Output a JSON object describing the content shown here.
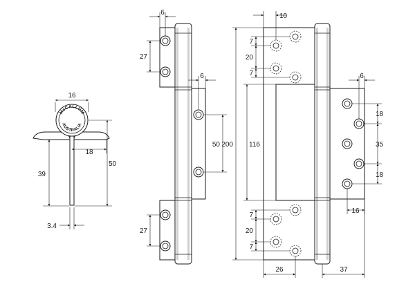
{
  "brand": {
    "line1": "McCALLUM",
    "line2": "AUSTRALIA"
  },
  "labels": {
    "side_width": "16",
    "side_offset": "18",
    "side_height_short": "39",
    "side_height_tall": "50",
    "side_pin": "3.4",
    "mid_top_edge": "6",
    "mid_top_spacing": "27",
    "mid_center_edge": "6",
    "mid_center_spacing": "50",
    "mid_bottom_spacing": "27",
    "right_top_edge": "10",
    "right_overall": "200",
    "right_leaf": "116",
    "right_top_7a": "7",
    "right_top_20": "20",
    "right_top_7b": "7",
    "right_bot_7a": "7",
    "right_bot_20": "20",
    "right_bot_7b": "7",
    "right_width_26": "26",
    "wing_edge": "6",
    "wing_18a": "18",
    "wing_35": "35",
    "wing_18b": "18",
    "wing_16": "16",
    "wing_37": "37"
  }
}
